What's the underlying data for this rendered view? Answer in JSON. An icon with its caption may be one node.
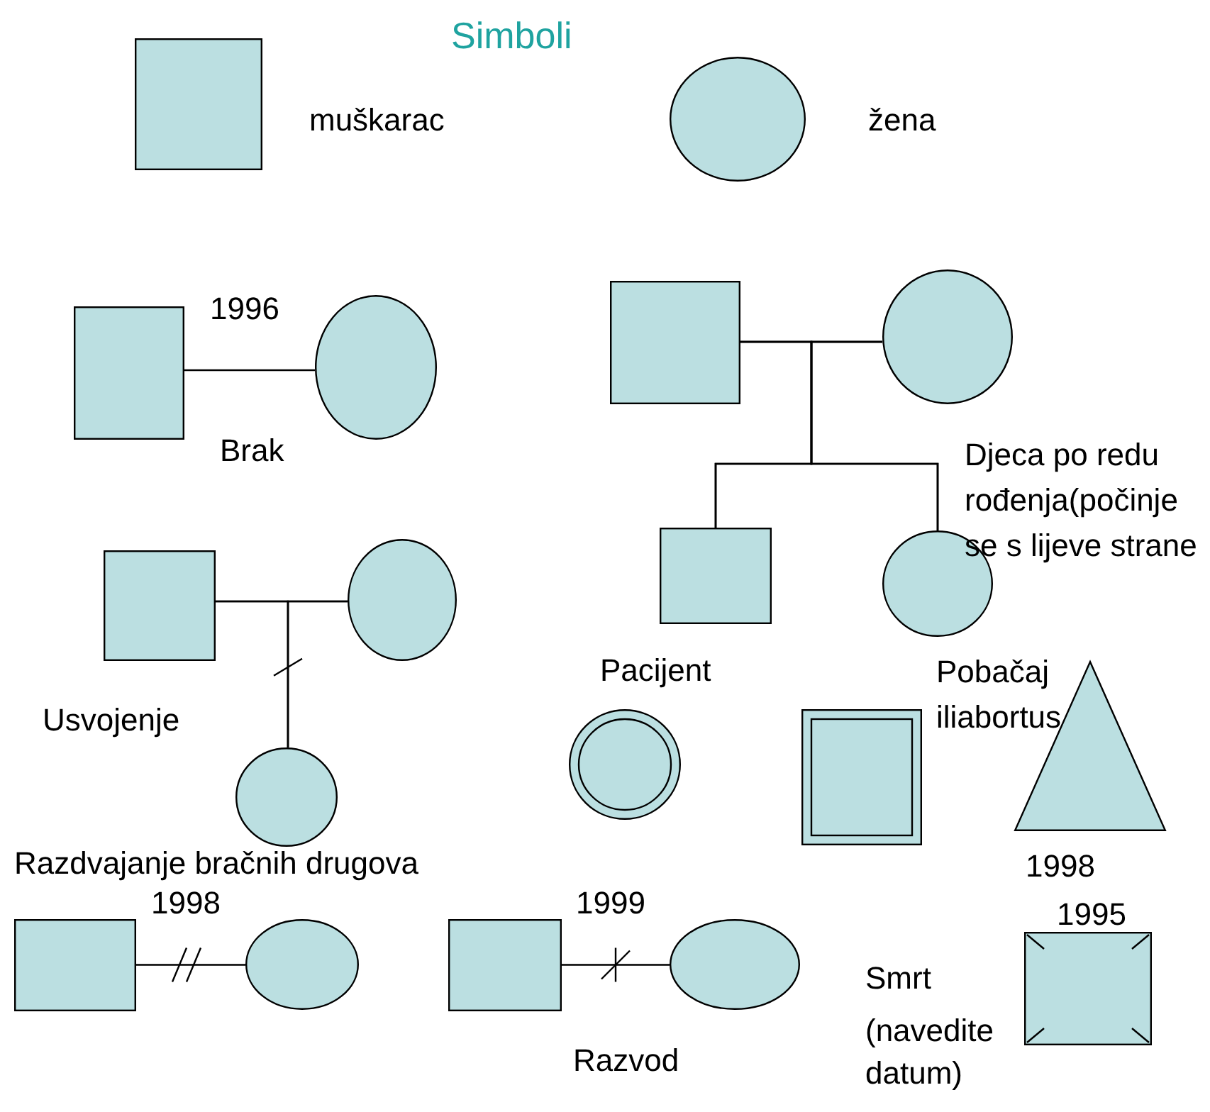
{
  "diagram": {
    "title": "Simboli",
    "nodes": [
      {
        "text": [],
        "shape": "box"
      },
      {
        "text": [],
        "shape": "circle"
      },
      {
        "text": [],
        "shape": "box"
      },
      {
        "text": [],
        "shape": "circle"
      },
      {
        "text": [],
        "shape": "box"
      },
      {
        "text": [],
        "shape": "circle"
      },
      {
        "text": [],
        "shape": "box"
      },
      {
        "text": [],
        "shape": "circle"
      },
      {
        "text": [],
        "shape": "box"
      },
      {
        "text": [],
        "shape": "circle"
      },
      {
        "text": [],
        "shape": "circle"
      },
      {
        "text": [],
        "shape": "circle"
      },
      {
        "text": [],
        "shape": "box"
      },
      {
        "text": [],
        "shape": "triangle"
      },
      {
        "text": [],
        "shape": "box"
      },
      {
        "text": [],
        "shape": "circle"
      },
      {
        "text": [],
        "shape": "box"
      },
      {
        "text": [],
        "shape": "circle"
      },
      {
        "text": [],
        "shape": "box"
      }
    ],
    "edges": [
      {
        "from": 2,
        "to": 3,
        "arrow": "none",
        "label": "1996"
      },
      {
        "from": 4,
        "to": 5,
        "arrow": "none"
      },
      {
        "from": 4,
        "to": 6,
        "arrow": "none"
      },
      {
        "from": 5,
        "to": 6,
        "arrow": "none"
      },
      {
        "from": 4,
        "to": 7,
        "arrow": "none"
      },
      {
        "from": 5,
        "to": 7,
        "arrow": "none"
      },
      {
        "from": 8,
        "to": 9,
        "arrow": "none"
      },
      {
        "from": 8,
        "to": 10,
        "arrow": "none"
      },
      {
        "from": 9,
        "to": 10,
        "arrow": "none"
      },
      {
        "from": 14,
        "to": 15,
        "arrow": "none",
        "label": "1998"
      },
      {
        "from": 16,
        "to": 17,
        "arrow": "none",
        "label": "1999"
      }
    ],
    "labels": [
      "muškarac",
      "žena",
      "Brak",
      "Djeca po redu rođenja(počinje se s lijeve strane",
      "Pacijent",
      "Pobačaj iliabortus",
      "Usvojenje",
      "Razdvajanje bračnih drugova",
      "1998",
      "1995",
      "Smrt",
      "Razvod",
      "(navedite datum)"
    ]
  }
}
